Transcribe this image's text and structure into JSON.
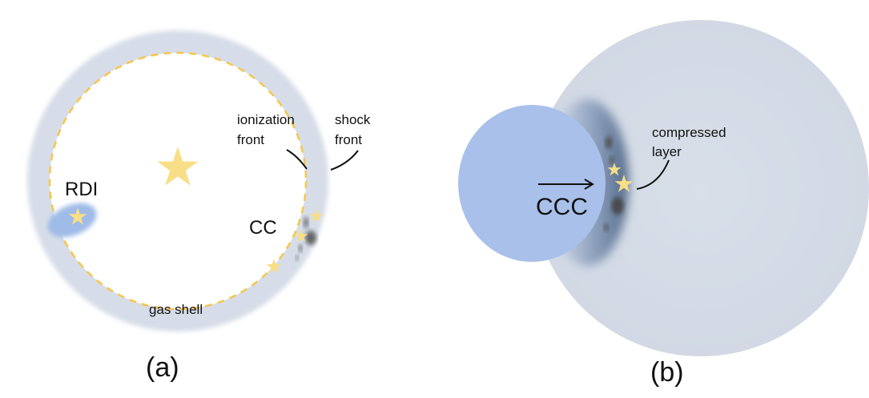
{
  "panel_a": {
    "caption": "(a)",
    "labels": {
      "ionization_front": [
        "ionization",
        "front"
      ],
      "shock_front": [
        "shock",
        "front"
      ],
      "rdi": "RDI",
      "cc": "CC",
      "gas_shell": "gas shell"
    }
  },
  "panel_b": {
    "caption": "(b)",
    "labels": {
      "compressed_layer": [
        "compressed",
        "layer"
      ],
      "ccc": "CCC"
    }
  },
  "colors": {
    "shell": "#d6dde8",
    "large_cloud": "#d4dbe6",
    "blue_cloud": "#a9c0ea",
    "rdi_blob": "#9fbbe8",
    "ionization_front": "#f6c64d",
    "star": "#f8de86",
    "clump": "#646464",
    "compressed_edge": "#4d6688"
  },
  "icons": [
    "star-icon",
    "arrow-right-icon"
  ]
}
